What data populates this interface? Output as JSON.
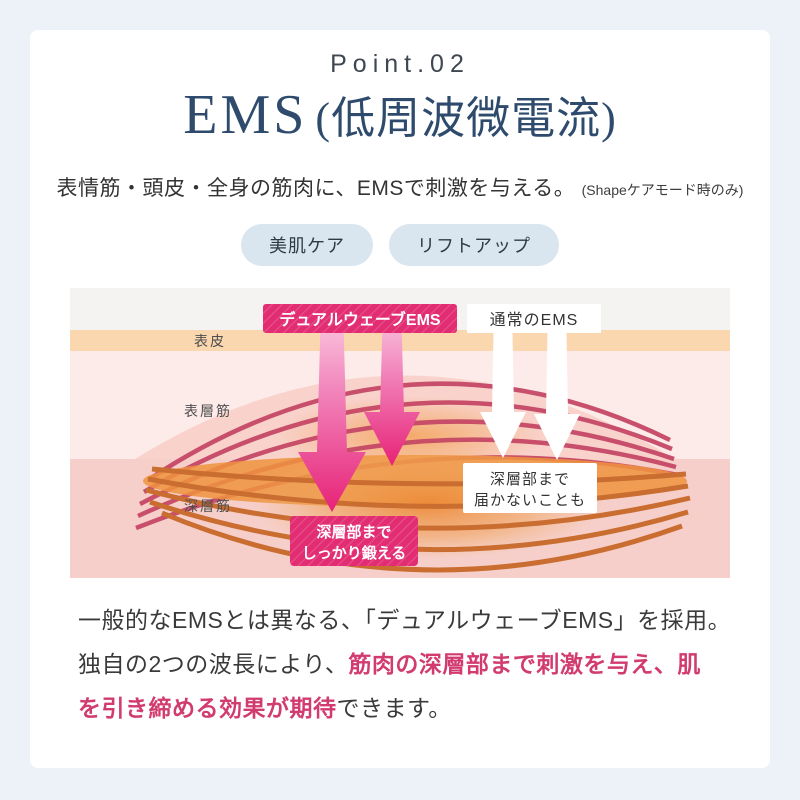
{
  "header": {
    "point_label": "Point.02",
    "title_main": "EMS",
    "title_paren": "(低周波微電流)",
    "subtitle": "表情筋・頭皮・全身の筋肉に、EMSで刺激を与える。",
    "subtitle_note": "(Shapeケアモード時のみ)"
  },
  "badges": [
    {
      "label": "美肌ケア"
    },
    {
      "label": "リフトアップ"
    }
  ],
  "diagram": {
    "dual_wave_box": "デュアルウェーブEMS",
    "normal_box": "通常のEMS",
    "layers": {
      "epidermis": "表皮",
      "surface_muscle": "表層筋",
      "deep_muscle": "深層筋"
    },
    "dual_result": {
      "line1": "深層部まで",
      "line2": "しっかり鍛える"
    },
    "normal_result": {
      "line1": "深層部まで",
      "line2": "届かないことも"
    },
    "colors": {
      "magenta": "#e22d73",
      "arrow_pink_start": "#fbd0e3",
      "arrow_pink_end": "#e72277",
      "top_band_gray": "#f4f3f2",
      "epidermis_band": "#fad7ae",
      "surface_bg": "#fdebe9",
      "deep_bg": "#f6cfca",
      "surface_fiber": "#c64866",
      "deep_fiber": "#c96d31",
      "glow_orange": "#ec8a38"
    }
  },
  "description": {
    "line1": "一般的なEMSとは異なる、「デュアルウェーブEMS」を採用。",
    "line2_normal": "独自の2つの波長により、",
    "line2_highlight": "筋肉の深層部まで刺激を与え、肌",
    "line3_highlight": "を引き締める効果が期待",
    "line3_normal": "できます。",
    "highlight_color": "#d23b6f",
    "title_color": "#2e4b6d",
    "page_bg": "#ecf2f7",
    "badge_bg": "#d9e6ef"
  }
}
